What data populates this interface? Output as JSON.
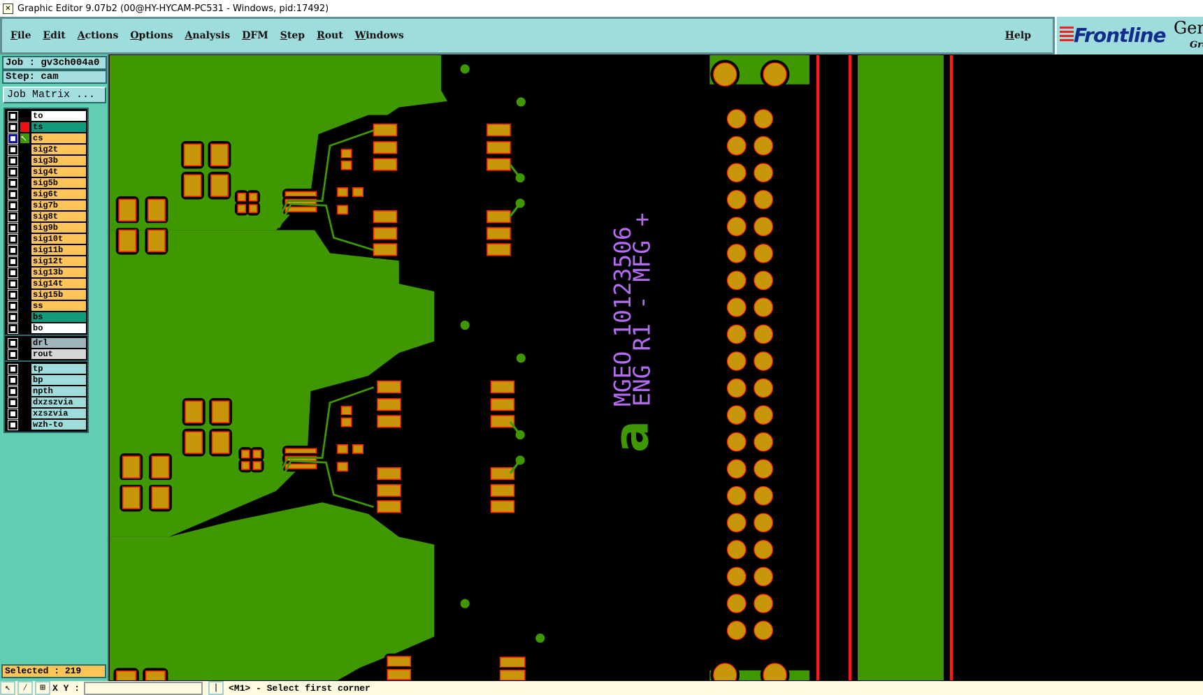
{
  "window": {
    "title": "Graphic Editor 9.07b2 (00@HY-HYCAM-PC531 - Windows, pid:17492)"
  },
  "menu": {
    "items": [
      "File",
      "Edit",
      "Actions",
      "Options",
      "Analysis",
      "DFM",
      "Step",
      "Rout",
      "Windows"
    ],
    "help": "Help"
  },
  "logo": {
    "brand": "Frontline",
    "gen": "Gen",
    "sub": "Gra"
  },
  "job": {
    "job": "Job : gv3ch004a0",
    "step": "Step: cam",
    "matrix_button": "Job Matrix ..."
  },
  "layers": {
    "board": [
      {
        "name": "to",
        "color": "#ffffff",
        "swatch": ""
      },
      {
        "name": "ts",
        "color": "#119b7c",
        "swatch": "#ee1111"
      },
      {
        "name": "cs",
        "color": "#fdc458",
        "swatch": "work",
        "active": true
      },
      {
        "name": "sig2t",
        "color": "#fdc458"
      },
      {
        "name": "sig3b",
        "color": "#fdc458"
      },
      {
        "name": "sig4t",
        "color": "#fdc458"
      },
      {
        "name": "sig5b",
        "color": "#fdc458"
      },
      {
        "name": "sig6t",
        "color": "#fdc458"
      },
      {
        "name": "sig7b",
        "color": "#fdc458"
      },
      {
        "name": "sig8t",
        "color": "#fdc458"
      },
      {
        "name": "sig9b",
        "color": "#fdc458"
      },
      {
        "name": "sig10t",
        "color": "#fdc458"
      },
      {
        "name": "sig11b",
        "color": "#fdc458"
      },
      {
        "name": "sig12t",
        "color": "#fdc458"
      },
      {
        "name": "sig13b",
        "color": "#fdc458"
      },
      {
        "name": "sig14t",
        "color": "#fdc458"
      },
      {
        "name": "sig15b",
        "color": "#fdc458"
      },
      {
        "name": "ss",
        "color": "#fdc458"
      },
      {
        "name": "bs",
        "color": "#119b7c"
      },
      {
        "name": "bo",
        "color": "#ffffff"
      }
    ],
    "drill": [
      {
        "name": "drl",
        "color": "#9fb4bb"
      },
      {
        "name": "rout",
        "color": "#d6d6d6"
      }
    ],
    "misc": [
      {
        "name": "tp",
        "color": "#9fdcdc"
      },
      {
        "name": "bp",
        "color": "#9fdcdc"
      },
      {
        "name": "npth",
        "color": "#9fdcdc"
      },
      {
        "name": "dxzszvia",
        "color": "#9fdcdc"
      },
      {
        "name": "xzszvia",
        "color": "#9fdcdc"
      },
      {
        "name": "wzh-to",
        "color": "#9fdcdc"
      }
    ]
  },
  "status": {
    "selected": "Selected : 219",
    "xy_label": "X Y :",
    "xy_value": "",
    "prompt": "<M1> - Select first corner"
  },
  "board_text": {
    "line1": "MGEO 10123506",
    "line2": "ENG R1 - MFG +"
  },
  "colors": {
    "copper": "#3f9800",
    "pad": "#c8960a",
    "pad_outline": "#ff2a00",
    "silk": "#b36cf2",
    "red_line": "#ff1a1a",
    "background": "#000000"
  }
}
